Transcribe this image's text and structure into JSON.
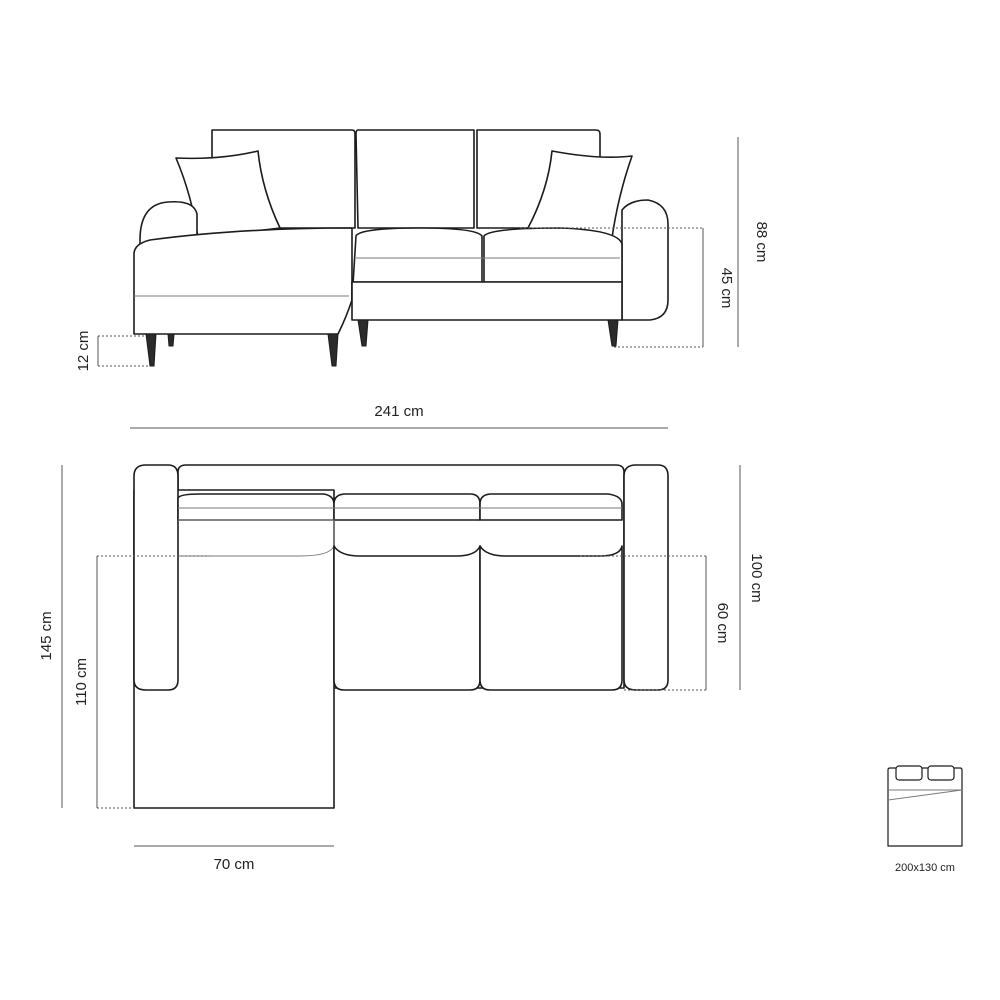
{
  "dimensions": {
    "front_height_total": "88 cm",
    "front_seat_height": "45 cm",
    "front_leg_height": "12 cm",
    "total_width": "241 cm",
    "chaise_length": "145 cm",
    "chaise_inner_length": "110 cm",
    "sofa_depth": "100 cm",
    "seat_depth": "60 cm",
    "chaise_width": "70 cm"
  },
  "bed_icon": {
    "label": "200x130 cm",
    "icon": "bed-icon"
  },
  "colors": {
    "outline": "#1c1c1c",
    "dimension_line": "#555555",
    "background": "#ffffff"
  }
}
